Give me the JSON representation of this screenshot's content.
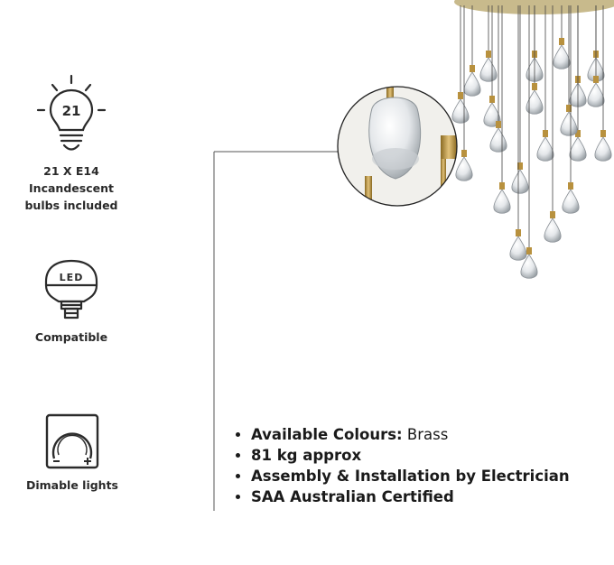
{
  "features": [
    {
      "icon": "bulb-icon",
      "badge": "21",
      "caption_line1": "21 X E14 Incandescent",
      "caption_line2": "bulbs included"
    },
    {
      "icon": "led-bulb-icon",
      "badge": "LED",
      "caption": "Compatible"
    },
    {
      "icon": "dimmer-icon",
      "caption": "Dimable lights"
    }
  ],
  "specs": [
    {
      "strong": "Available Colours:",
      "rest": " Brass"
    },
    {
      "strong": "81 kg approx",
      "rest": ""
    },
    {
      "strong": "Assembly & Installation by Electrician",
      "rest": ""
    },
    {
      "strong": "SAA Australian Certified",
      "rest": ""
    }
  ],
  "colors": {
    "brass": "#b8913e",
    "glass": "#dfe3e6",
    "icon_stroke": "#2b2b2b",
    "text": "#1f1f1f"
  }
}
